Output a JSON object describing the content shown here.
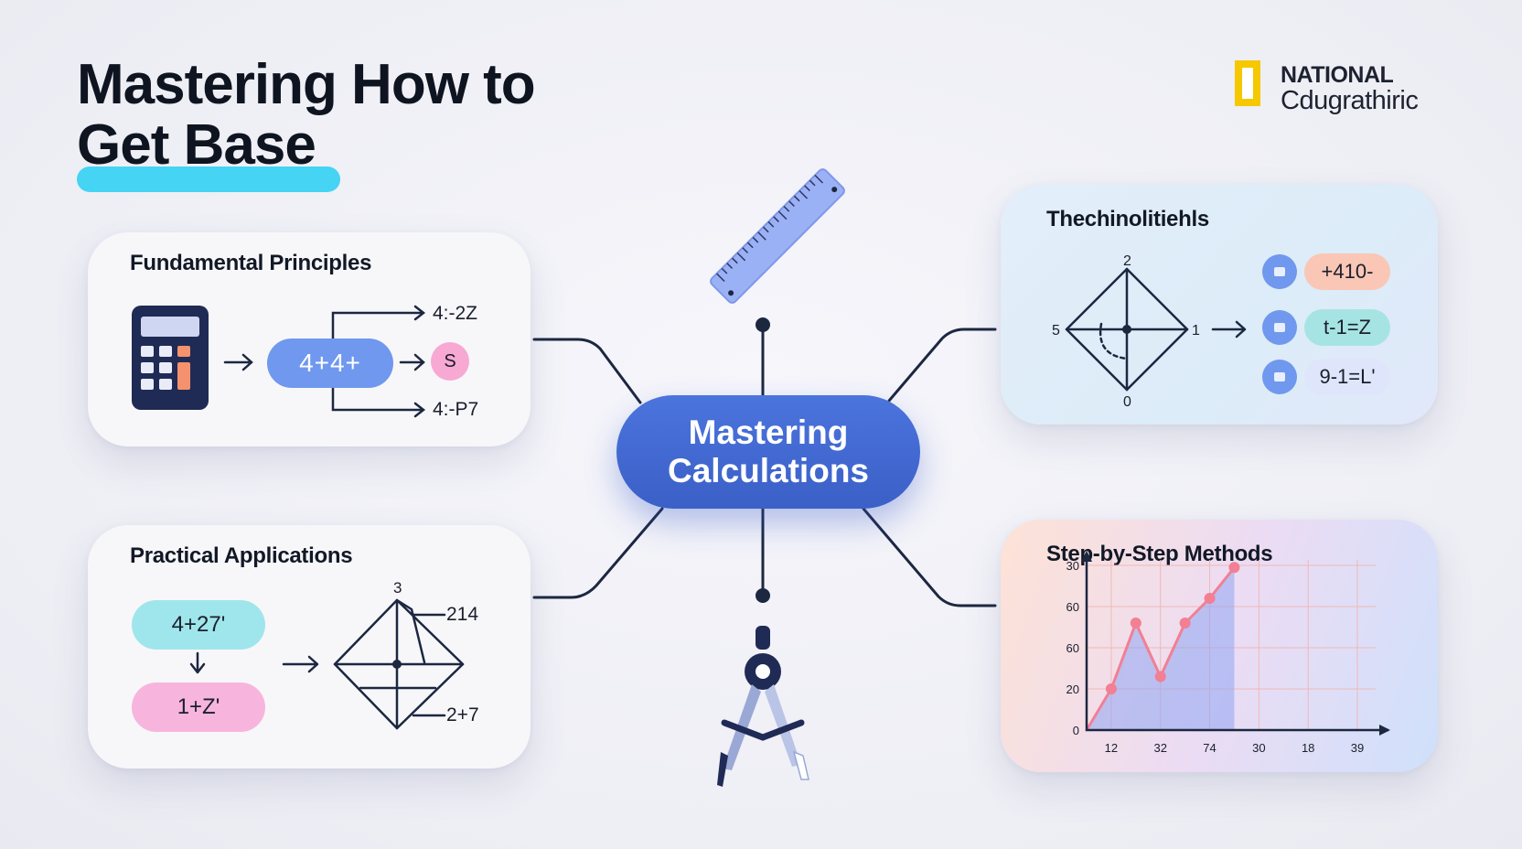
{
  "header": {
    "title_line1": "Mastering How to",
    "title_line2": "Get Base"
  },
  "logo": {
    "line1": "NATIONAL",
    "line2": "Cdugrathiric",
    "frame_color": "#f5c800"
  },
  "hub": {
    "label": "Mastering Calculations",
    "color": "#3f66cf"
  },
  "cards": {
    "fundamentals": {
      "title": "Fundamental Principles",
      "expression": "4+4+",
      "result": "S",
      "branch_top": "4:-2Z",
      "branch_bottom": "4:-P7"
    },
    "practical": {
      "title": "Practical Applications",
      "expression_top": "4+27'",
      "expression_bottom": "1+Z'",
      "vertex_label": "3",
      "label_top": "214",
      "label_bottom": "2+7"
    },
    "techniques": {
      "title": "Thechinolitiehls",
      "diagram_labels": {
        "top": "2",
        "left": "5",
        "right": "1",
        "bottom": "0"
      },
      "chips": [
        "+410-",
        "t-1=Z",
        "9-1=L'"
      ]
    },
    "stepbystep": {
      "title": "Step-by-Step Methods"
    }
  },
  "icons": [
    "calculator-icon",
    "ruler-icon",
    "compass-icon",
    "arrow-right-icon",
    "arrow-down-icon"
  ],
  "colors": {
    "accent_blue": "#4b74dc",
    "title_underline": "#45d4f3",
    "connector": "#1c2740",
    "line_series": "#f27f93",
    "area_fill": "#8fa6f2"
  },
  "chart_data": {
    "type": "line",
    "title": "",
    "xlabel": "",
    "ylabel": "",
    "categories": [
      "12",
      "32",
      "74",
      "30",
      "18",
      "39"
    ],
    "y_tick_labels": [
      "0",
      "20",
      "60",
      "60",
      "30"
    ],
    "ylim": [
      0,
      4
    ],
    "series": [
      {
        "points": [
          [
            0,
            0
          ],
          [
            0.5,
            1.0
          ],
          [
            1.0,
            2.6
          ],
          [
            1.5,
            1.3
          ],
          [
            2.0,
            2.6
          ],
          [
            2.5,
            3.2
          ],
          [
            3.0,
            3.95
          ]
        ]
      }
    ],
    "grid": true,
    "area_fill": true
  }
}
